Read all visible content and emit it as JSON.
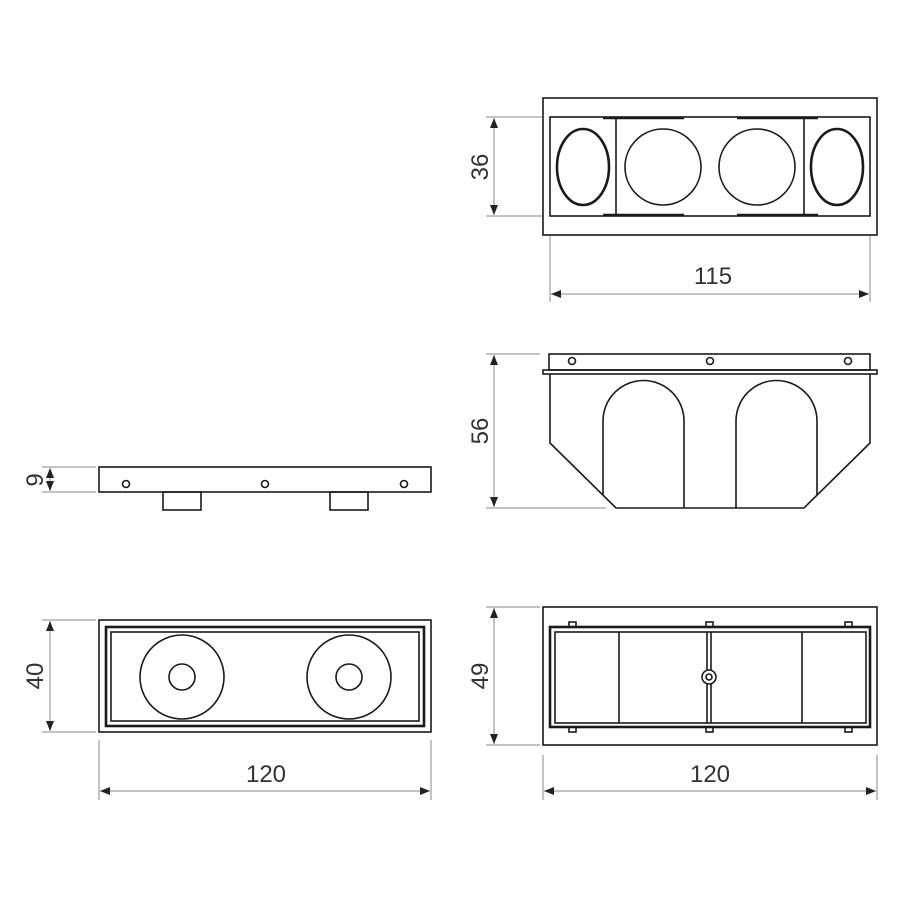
{
  "drawing": {
    "views": {
      "top_right": {
        "height_label": "36",
        "width_label": "115"
      },
      "front_right": {
        "height_label": "56"
      },
      "side_left": {
        "height_label": "9"
      },
      "bottom_left": {
        "height_label": "40",
        "width_label": "120"
      },
      "bottom_right": {
        "height_label": "49",
        "width_label": "120"
      }
    },
    "colors": {
      "line": "#1a1a1a",
      "dimension": "#8a8a8a",
      "background": "#ffffff"
    }
  }
}
